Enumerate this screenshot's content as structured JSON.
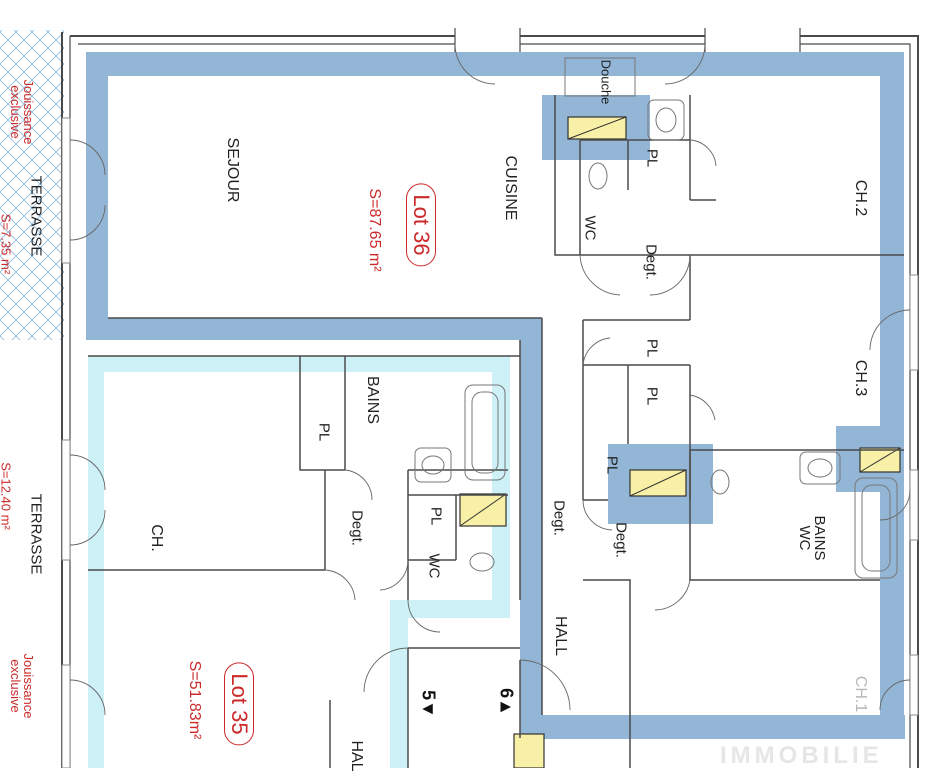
{
  "labels": {
    "sejour": "SEJOUR",
    "cuisine": "CUISINE",
    "douche": "Douche",
    "pl": "PL",
    "wc": "WC",
    "degt": "Degt.",
    "ch2": "CH.2",
    "ch3": "CH.3",
    "ch1": "CH.1",
    "ch": "CH.",
    "bains": "BAINS",
    "bains_wc": "BAINS\nWC",
    "hall": "HALL",
    "hall_cut": "HAL",
    "terrasse": "TERRASSE",
    "jouissance": "Jouissance\nexclusive",
    "lot36": "Lot 36",
    "lot36_area": "S=87.65 m²",
    "lot35": "Lot 35",
    "lot35_area": "S=51.83m²",
    "terrasse_top_area": "S=7.35 m²",
    "terrasse_bottom_area": "S=12.40 m²",
    "stair5": "5▼",
    "stair6": "6▲",
    "watermark": "IMMOBILIE"
  },
  "colors": {
    "lot36_band": "#93b6d6",
    "lot35_band": "#cdf1f7",
    "yellow_duct": "#f7f0a6",
    "wall": "#4a4a4a",
    "red_text": "#cc2a2a"
  }
}
